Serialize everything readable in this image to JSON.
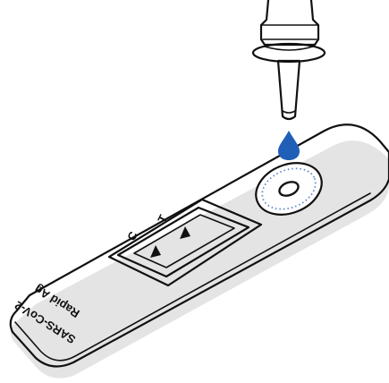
{
  "illustration": {
    "device_label_line1": "SARS-CoV-2",
    "device_label_line2": "Rapid Ag",
    "control_line_label": "C",
    "test_line_label": "T"
  },
  "colors": {
    "outline": "#111111",
    "shadow": "#e4e4e4",
    "background": "#ffffff",
    "drop": "#1f5fb8",
    "sample_ring": "#5b86c9"
  },
  "icons": {
    "dropper": "dropper-icon",
    "drop": "liquid-drop-icon",
    "cassette": "test-cassette"
  }
}
